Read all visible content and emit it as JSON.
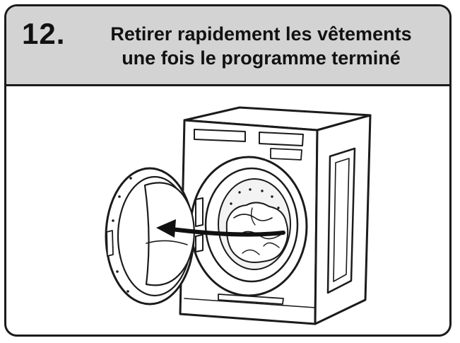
{
  "step": {
    "number": "12.",
    "title_line1": "Retirer rapidement les vêtements",
    "title_line2": "une fois le programme terminé"
  },
  "icons": {
    "illustration": "washer-unload-illustration",
    "arrow": "left-arrow-icon"
  },
  "colors": {
    "header_background": "#d3d3d3",
    "border": "#1b1b1b",
    "ink": "#111111"
  }
}
